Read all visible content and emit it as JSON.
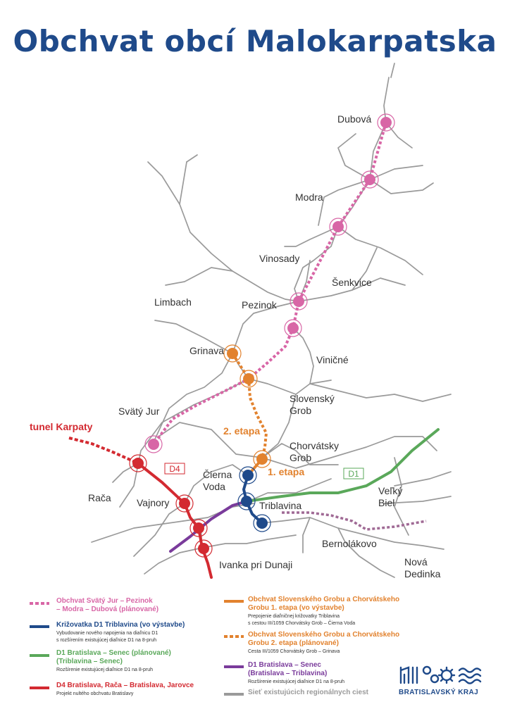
{
  "title": "Obchvat obcí Malokarpatska",
  "labels": {
    "dubova": "Dubová",
    "modra": "Modra",
    "vinosady": "Vinosady",
    "senkvice": "Šenkvice",
    "limbach": "Limbach",
    "pezinok": "Pezinok",
    "grinava": "Grinava",
    "vinicne": "Viničné",
    "svaty_jur": "Svätý Jur",
    "slovensky": "Slovenský",
    "grob": "Grob",
    "tunel": "tunel Karpaty",
    "etapa2": "2. etapa",
    "chorvatsky": "Chorvátsky",
    "grob2": "Grob",
    "d4": "D4",
    "cierna": "Čierna",
    "voda": "Voda",
    "etapa1": "1. etapa",
    "d1": "D1",
    "velky": "Veľký",
    "biel": "Biel",
    "raca": "Rača",
    "vajnory": "Vajnory",
    "triblavina": "Triblavina",
    "bernolakovo": "Bernolákovo",
    "ivanka": "Ivanka pri Dunaji",
    "nova": "Nová",
    "dedinka": "Dedinka"
  },
  "legend": {
    "pink": {
      "title1": "Obchvat Svätý Jur – Pezinok",
      "title2": "– Modra – Dubová  (plánované)",
      "color": "#d866a6"
    },
    "blue": {
      "title1": "Križovatka D1 Triblavina (vo výstavbe)",
      "desc1": "Vybudovanie nového napojenia na diaľnicu D1",
      "desc2": "s rozšírením existujúcej diaľnice D1 na 8-pruh",
      "color": "#1f4a8a"
    },
    "green": {
      "title1": "D1 Bratislava – Senec (plánované)",
      "title2": "(Triblavina – Senec)",
      "desc1": "Rozšírenie existujúcej diaľnice D1 na 8-pruh",
      "color": "#5aa85a"
    },
    "red": {
      "title1": "D4 Bratislava, Rača – Bratislava, Jarovce",
      "desc1": "Projekt nultého obchvatu Bratislavy",
      "color": "#d32a31"
    },
    "orange": {
      "title1": "Obchvat Slovenského Grobu a Chorvátskeho",
      "title2": "Grobu 1. etapa (vo výstavbe)",
      "desc1": "Prepojenie diaľničnej križovatky Triblavina",
      "desc2": "s cestou III/1059 Chorvátsky Grob – Čierna Voda",
      "color": "#e2822e"
    },
    "orange2": {
      "title1": "Obchvat Slovenského Grobu a Chorvátskeho",
      "title2": "Grobu 2. etapa (plánované)",
      "desc1": "Cesta III/1059 Chorvátsky Grob – Grinava"
    },
    "purple": {
      "title1": "D1 Bratislava – Senec",
      "title2": "(Bratislava – Triblavina)",
      "desc1": "Rozšírenie existujúcej diaľnice D1 na 8-pruh",
      "color": "#7a3b9b"
    },
    "gray": {
      "title1": "Sieť existujúcich regionálnych ciest",
      "color": "#9a9a9a"
    }
  },
  "logo": {
    "text": "BRATISLAVSKÝ KRAJ"
  },
  "colors": {
    "road": "#9a9a9a",
    "dotted_purple": "#a06a95"
  }
}
